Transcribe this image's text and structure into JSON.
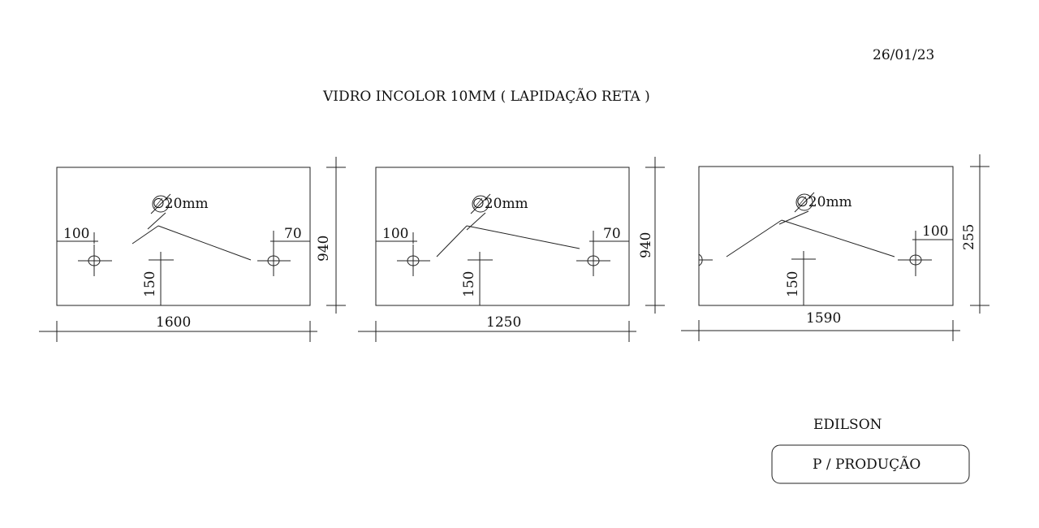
{
  "header": {
    "date": "26/01/23",
    "title": "VIDRO INCOLOR 10MM ( LAPIDAÇÃO RETA )"
  },
  "panels": [
    {
      "hole_label": "∅20mm",
      "left_offset": "100",
      "right_offset": "70",
      "bottom_offset": "150",
      "width": "1600",
      "height": "940"
    },
    {
      "hole_label": "∅20mm",
      "left_offset": "100",
      "right_offset": "70",
      "bottom_offset": "150",
      "width": "1250",
      "height": "940"
    },
    {
      "hole_label": "∅20mm",
      "right_offset": "100",
      "bottom_offset": "150",
      "width": "1590",
      "height": "255"
    }
  ],
  "footer": {
    "author": "EDILSON",
    "stamp": "P / PRODUÇÃO"
  }
}
